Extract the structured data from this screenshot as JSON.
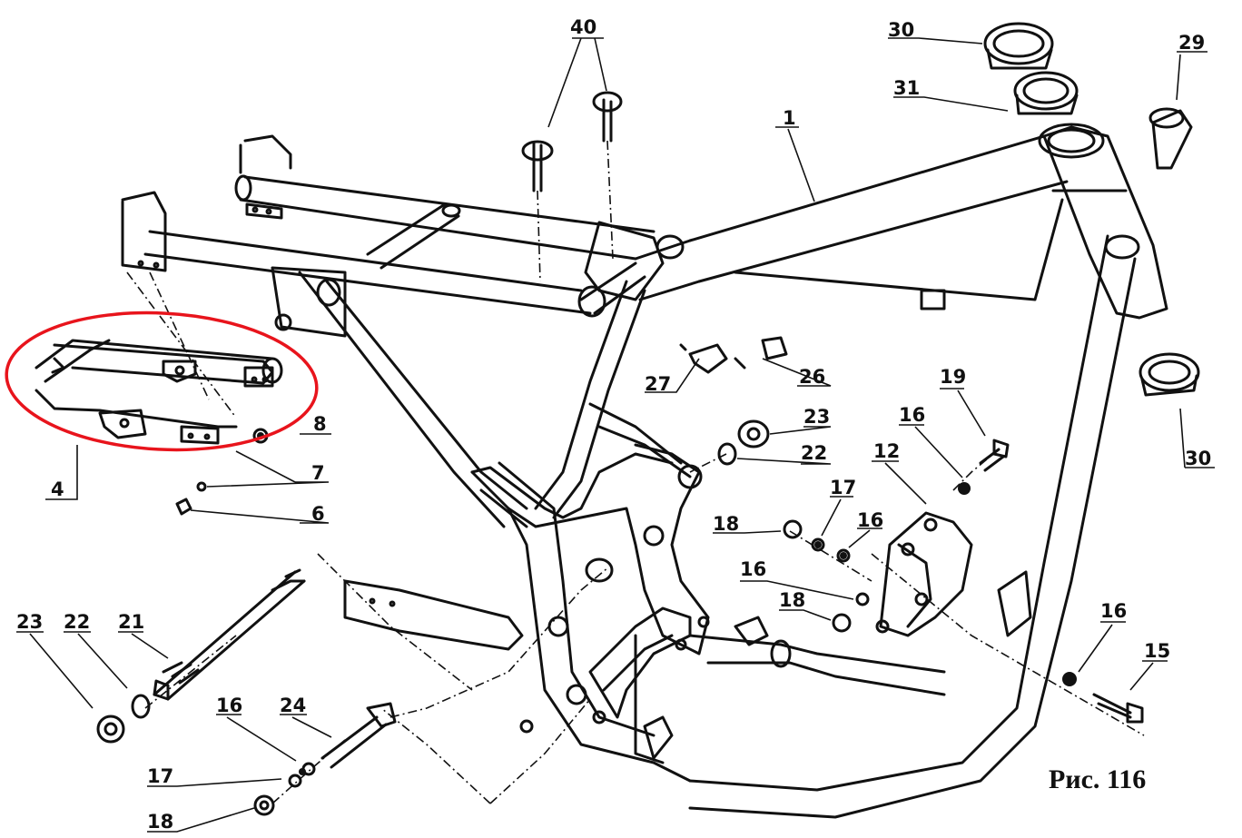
{
  "figure": {
    "caption": "Рис. 116",
    "colors": {
      "ink": "#111111",
      "highlight": "#e8141c",
      "paper": "#ffffff"
    }
  },
  "highlight": {
    "shape": "ellipse",
    "encircles_part": "4"
  },
  "callouts": {
    "c40": "40",
    "c30a": "30",
    "c31": "31",
    "c29": "29",
    "c1": "1",
    "c27": "27",
    "c26": "26",
    "c23a": "23",
    "c22a": "22",
    "c19": "19",
    "c16a": "16",
    "c12": "12",
    "c30b": "30",
    "c8": "8",
    "c7": "7",
    "c6": "6",
    "c4": "4",
    "c17a": "17",
    "c18a": "18",
    "c16b": "16",
    "c16c": "16",
    "c18b": "18",
    "c16d": "16",
    "c15": "15",
    "c23b": "23",
    "c22b": "22",
    "c21": "21",
    "c16e": "16",
    "c24": "24",
    "c17b": "17",
    "c18c": "18"
  }
}
